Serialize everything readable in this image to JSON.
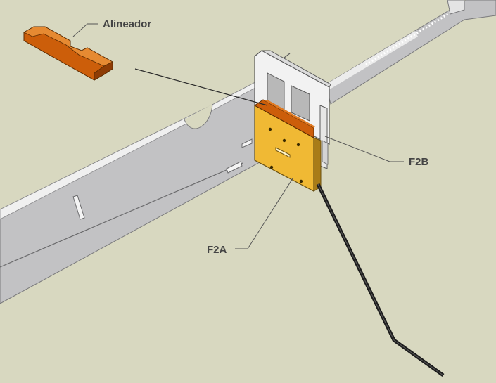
{
  "diagram": {
    "labels": {
      "alineador": "Alineador",
      "f2b": "F2B",
      "f2a": "F2A"
    },
    "colors": {
      "background": "#d8d8c0",
      "panel": "#c2c2c4",
      "panel_edge": "#ececec",
      "frame": "#f2f2f2",
      "aligner": "#cc5e0a",
      "aligner_dark": "#8e3c05",
      "plate": "#f0b934",
      "plate_dark": "#a87c18",
      "rod": "#1c1c1c",
      "label_text": "#444444",
      "leader": "#555555"
    }
  }
}
